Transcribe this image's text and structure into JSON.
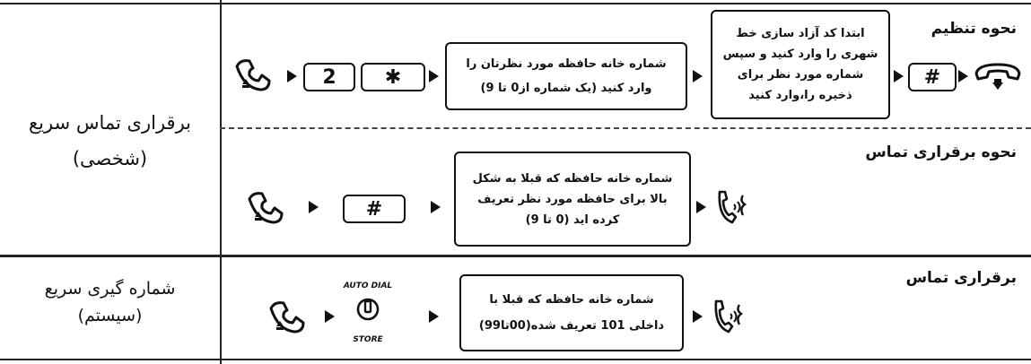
{
  "rows": [
    {
      "label": [
        "برقراری تماس سریع",
        "(شخصی)"
      ],
      "setup_title": "نحوه تنظیم",
      "setup_key_2": "2",
      "setup_key_star": "✱",
      "setup_box_memory": [
        "شماره خانه حافظه مورد نظرتان را",
        "وارد کنید (یک شماره از0 تا 9)"
      ],
      "setup_box_code": [
        "ابتدا کد آزاد سازی خط",
        "شهری را وارد کنید و سپس",
        "شماره مورد نظر برای",
        "ذخیره را،وارد کنید"
      ],
      "setup_key_hash": "#",
      "call_title": "نحوه برقراری تماس",
      "call_key_hash": "#",
      "call_box": [
        "شماره خانه حافظه که قبلا به شکل",
        "بالا برای حافظه مورد نظر تعریف",
        "کرده اید (0 تا 9)"
      ]
    },
    {
      "label": [
        "شماره گیری سریع",
        "(سیستم)"
      ],
      "call_title": "برقراری تماس",
      "autodial_top": "AUTO DIAL",
      "autodial_bottom": "STORE",
      "call_box": [
        "شماره خانه حافظه که قبلا با",
        "داخلی 101 تعریف شده(00تا99)"
      ]
    }
  ],
  "icons": [
    "handset-offhook-icon",
    "handset-onhook-icon",
    "ringing-handset-icon",
    "auto-dial-button-icon"
  ]
}
